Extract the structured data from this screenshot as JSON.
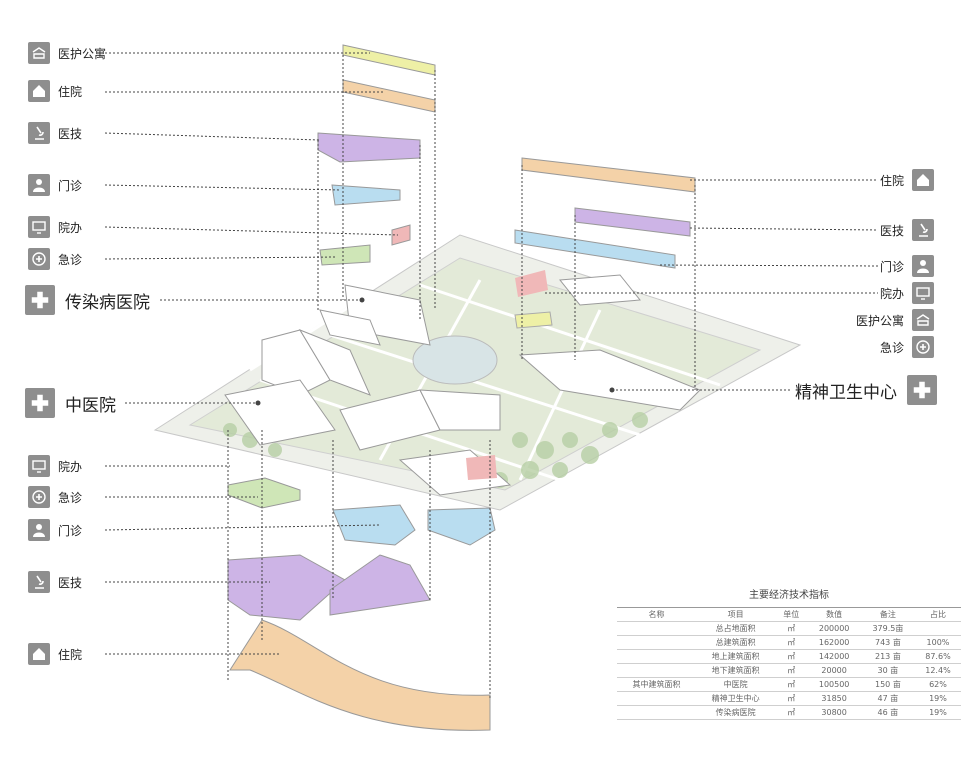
{
  "labels_left_top": [
    {
      "text": "医护公寓",
      "icon": "apartment-icon"
    },
    {
      "text": "住院",
      "icon": "home-icon"
    },
    {
      "text": "医技",
      "icon": "microscope-icon"
    },
    {
      "text": "门诊",
      "icon": "doctor-icon"
    },
    {
      "text": "院办",
      "icon": "monitor-icon"
    },
    {
      "text": "急诊",
      "icon": "emergency-icon"
    }
  ],
  "labels_left_bottom": [
    {
      "text": "院办",
      "icon": "monitor-icon"
    },
    {
      "text": "急诊",
      "icon": "emergency-icon"
    },
    {
      "text": "门诊",
      "icon": "doctor-icon"
    },
    {
      "text": "医技",
      "icon": "microscope-icon"
    },
    {
      "text": "住院",
      "icon": "home-icon"
    }
  ],
  "labels_right": [
    {
      "text": "住院",
      "icon": "home-icon"
    },
    {
      "text": "医技",
      "icon": "microscope-icon"
    },
    {
      "text": "门诊",
      "icon": "doctor-icon"
    },
    {
      "text": "院办",
      "icon": "monitor-icon"
    },
    {
      "text": "医护公寓",
      "icon": "apartment-icon"
    },
    {
      "text": "急诊",
      "icon": "emergency-icon"
    }
  ],
  "hospitals": {
    "infectious": "传染病医院",
    "tcm": "中医院",
    "mental": "精神卫生中心"
  },
  "colors": {
    "icon_bg": "#8e8e8e",
    "purple": "#cdb4e6",
    "blue": "#b9ddf0",
    "green": "#cfe6b7",
    "pink": "#f0b8b8",
    "orange": "#f4d2a8",
    "yellow": "#eef0a6"
  },
  "table": {
    "title": "主要经济技术指标",
    "headers": [
      "名称",
      "项目",
      "单位",
      "数值",
      "备注",
      "占比"
    ],
    "rows": [
      [
        "",
        "总占地面积",
        "㎡",
        "200000",
        "379.5亩",
        ""
      ],
      [
        "",
        "总建筑面积",
        "㎡",
        "162000",
        "743 亩",
        "100%"
      ],
      [
        "",
        "地上建筑面积",
        "㎡",
        "142000",
        "213 亩",
        "87.6%"
      ],
      [
        "",
        "地下建筑面积",
        "㎡",
        "20000",
        "30 亩",
        "12.4%"
      ],
      [
        "其中建筑面积",
        "中医院",
        "㎡",
        "100500",
        "150 亩",
        "62%"
      ],
      [
        "",
        "精神卫生中心",
        "㎡",
        "31850",
        "47 亩",
        "19%"
      ],
      [
        "",
        "传染病医院",
        "㎡",
        "30800",
        "46 亩",
        "19%"
      ]
    ]
  }
}
